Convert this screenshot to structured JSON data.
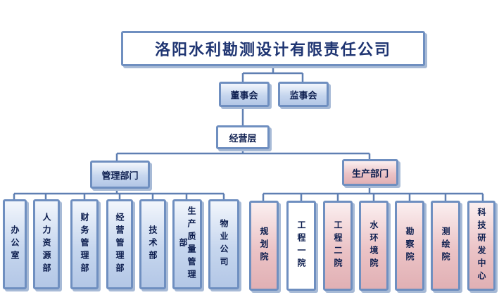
{
  "company": "洛阳水利勘测设计有限责任公司",
  "board": "董事会",
  "supervisors": "监事会",
  "management_layer": "经营层",
  "management_dept": {
    "label": "管理部门",
    "units": [
      "办公室",
      "人力资源部",
      "财务管理部",
      "经营管理部",
      "技术部",
      "生产质量管理部",
      "物业公司"
    ]
  },
  "production_dept": {
    "label": "生产部门",
    "units": [
      "规划院",
      "工程一院",
      "工程二院",
      "水环境院",
      "勘察院",
      "测绘院",
      "科技研发中心"
    ]
  },
  "colors": {
    "line": "#5f7fb2",
    "box_border": "#6f8fc0",
    "text": "#0d1e4f",
    "blue_fill": "#c6d6ee",
    "pink_fill": "#ebc3c6"
  }
}
